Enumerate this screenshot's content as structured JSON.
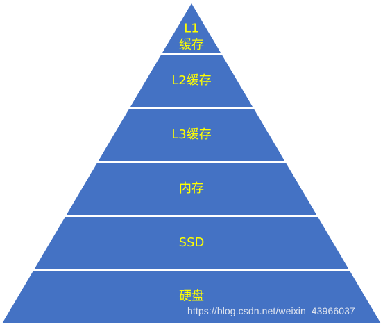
{
  "pyramid": {
    "fill_color": "#4472c4",
    "text_color": "#ffff00",
    "divider_color": "#ffffff",
    "tiers": [
      {
        "name": "tier-l1-cache",
        "lines": [
          "L1",
          "缓存"
        ]
      },
      {
        "name": "tier-l2-cache",
        "lines": [
          "L2缓存"
        ]
      },
      {
        "name": "tier-l3-cache",
        "lines": [
          "L3缓存"
        ]
      },
      {
        "name": "tier-memory",
        "lines": [
          "内存"
        ]
      },
      {
        "name": "tier-ssd",
        "lines": [
          "SSD"
        ]
      },
      {
        "name": "tier-hard-disk",
        "lines": [
          "硬盘"
        ]
      }
    ]
  },
  "watermark": {
    "text": "https://blog.csdn.net/weixin_43966037"
  }
}
